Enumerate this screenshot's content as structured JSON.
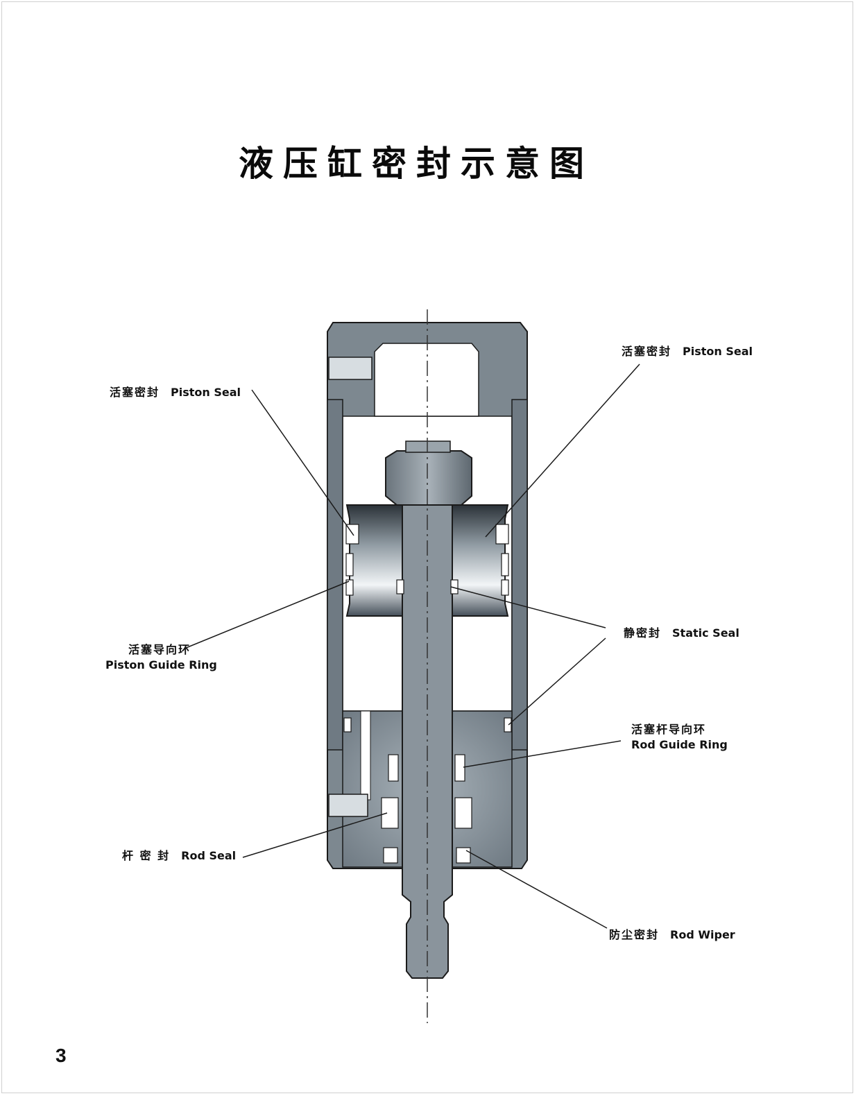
{
  "title": "液压缸密封示意图",
  "page_number": "3",
  "labels": {
    "piston_seal_left": {
      "zh": "活塞密封",
      "en": "Piston Seal"
    },
    "piston_seal_right": {
      "zh": "活塞密封",
      "en": "Piston Seal"
    },
    "piston_guide_ring": {
      "zh": "活塞导向环",
      "en": "Piston Guide Ring"
    },
    "static_seal": {
      "zh": "静密封",
      "en": "Static Seal"
    },
    "rod_guide_ring": {
      "zh": "活塞杆导向环",
      "en": "Rod Guide Ring"
    },
    "rod_seal": {
      "zh": "杆 密 封",
      "en": "Rod Seal"
    },
    "rod_wiper": {
      "zh": "防尘密封",
      "en": "Rod Wiper"
    }
  },
  "colors": {
    "steel": "#7d8890",
    "steel_dark": "#545e66",
    "steel_light": "#c9d1d6",
    "outline": "#1a1a1a",
    "seal": "#ffffff"
  }
}
